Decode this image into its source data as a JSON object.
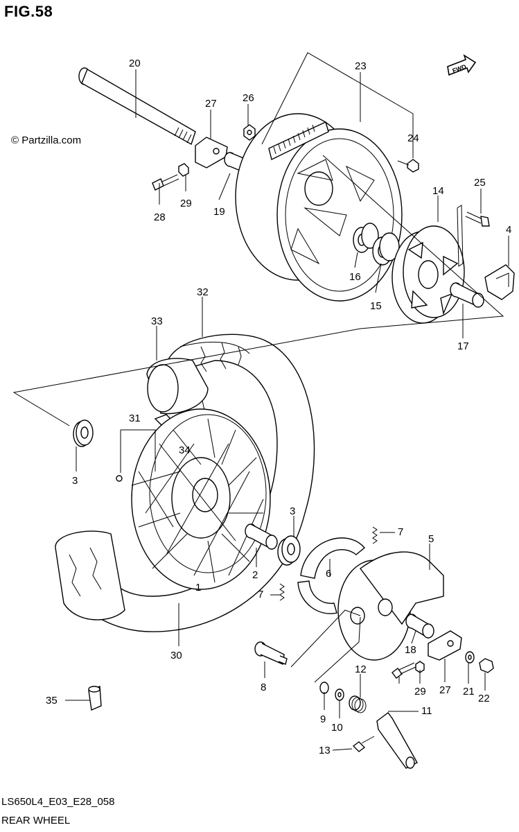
{
  "figure": {
    "title": "FIG.58",
    "copyright": "© Partzilla.com",
    "model_code": "LS650L4_E03_E28_058",
    "caption": "REAR WHEEL",
    "fwd_badge": "FWD"
  },
  "callouts": [
    "20",
    "27",
    "26",
    "23",
    "24",
    "28",
    "29",
    "19",
    "25",
    "14",
    "4",
    "16",
    "15",
    "17",
    "32",
    "33",
    "31",
    "34",
    "3",
    "3",
    "7",
    "5",
    "2",
    "6",
    "7",
    "30",
    "18",
    "8",
    "12",
    "29",
    "27",
    "21",
    "22",
    "35",
    "9",
    "10",
    "11",
    "13",
    "1"
  ]
}
